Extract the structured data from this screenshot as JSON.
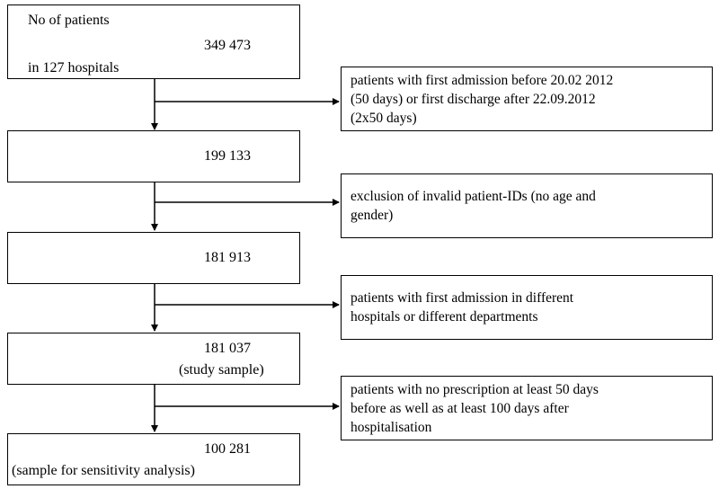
{
  "main_boxes": [
    {
      "lines": [
        "No of patients",
        "349 473",
        "in 127 hospitals"
      ]
    },
    {
      "lines": [
        "199 133"
      ]
    },
    {
      "lines": [
        "181 913"
      ]
    },
    {
      "lines": [
        "181 037",
        "(study sample)"
      ]
    },
    {
      "lines": [
        "100 281",
        "(sample for sensitivity analysis)"
      ]
    }
  ],
  "exclusion_boxes": [
    {
      "lines": [
        "patients with first admission before 20.02 2012",
        "(50 days) or first discharge after 22.09.2012",
        "(2x50 days)"
      ]
    },
    {
      "lines": [
        "exclusion of invalid patient-IDs (no age and",
        "gender)"
      ]
    },
    {
      "lines": [
        "patients with first admission in different",
        "hospitals or different departments"
      ]
    },
    {
      "lines": [
        "patients with no prescription at least 50 days",
        "before as well as at least 100 days after",
        "hospitalisation"
      ]
    }
  ]
}
